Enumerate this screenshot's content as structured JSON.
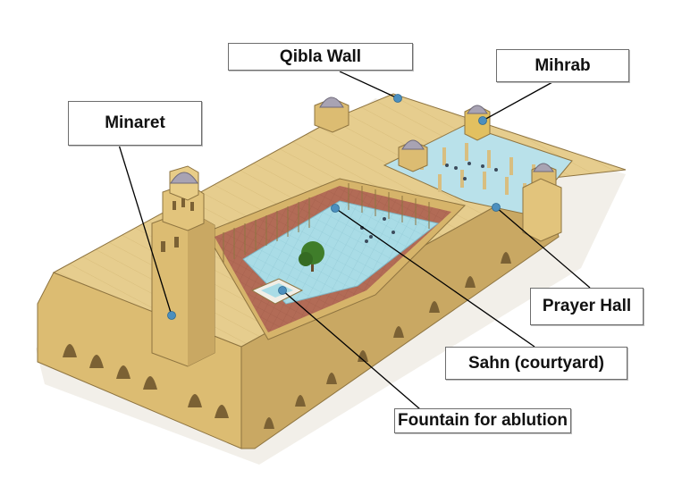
{
  "diagram": {
    "labels": {
      "qibla_wall": "Qibla Wall",
      "mihrab": "Mihrab",
      "minaret": "Minaret",
      "prayer_hall": "Prayer Hall",
      "sahn": "Sahn (courtyard)",
      "fountain": "Fountain for ablution"
    },
    "colors": {
      "stone": "#e6cd8e",
      "stone_dark": "#c9a863",
      "stone_shadow": "#a98a4c",
      "courtyard_floor": "#b26b56",
      "courtyard_pool": "#a9dce6",
      "prayer_hall_floor": "#b9e1ea",
      "dome": "#a8a3b3",
      "tree": "#3f7d2a",
      "marker": "#4c8fbe",
      "leader_line": "#000000"
    }
  }
}
